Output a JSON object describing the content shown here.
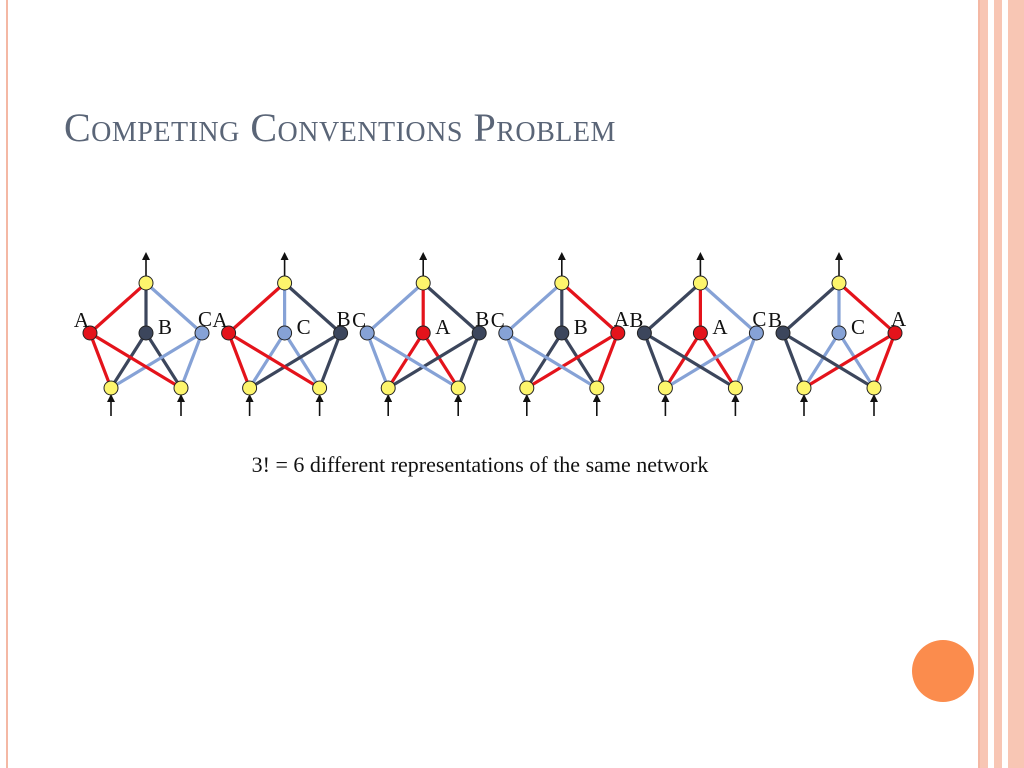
{
  "slide": {
    "title": "Competing Conventions Problem",
    "caption": "3! = 6 different representations of the same network"
  },
  "colors": {
    "red": "#e4131b",
    "navy": "#3c465c",
    "blue": "#86a2d6",
    "yellow": "#fdf56c",
    "arrow": "#111111",
    "frame": "#f4b8a4",
    "stripe": "#f8c6b4",
    "accent_dot": "#fb8c4d"
  },
  "networks": [
    {
      "left": {
        "label": "A",
        "color": "red"
      },
      "mid": {
        "label": "B",
        "color": "navy"
      },
      "right": {
        "label": "C",
        "color": "blue"
      }
    },
    {
      "left": {
        "label": "A",
        "color": "red"
      },
      "mid": {
        "label": "C",
        "color": "blue"
      },
      "right": {
        "label": "B",
        "color": "navy"
      }
    },
    {
      "left": {
        "label": "C",
        "color": "blue"
      },
      "mid": {
        "label": "A",
        "color": "red"
      },
      "right": {
        "label": "B",
        "color": "navy"
      }
    },
    {
      "left": {
        "label": "C",
        "color": "blue"
      },
      "mid": {
        "label": "B",
        "color": "navy"
      },
      "right": {
        "label": "A",
        "color": "red"
      }
    },
    {
      "left": {
        "label": "B",
        "color": "navy"
      },
      "mid": {
        "label": "A",
        "color": "red"
      },
      "right": {
        "label": "C",
        "color": "blue"
      }
    },
    {
      "left": {
        "label": "B",
        "color": "navy"
      },
      "mid": {
        "label": "C",
        "color": "blue"
      },
      "right": {
        "label": "A",
        "color": "red"
      }
    }
  ]
}
